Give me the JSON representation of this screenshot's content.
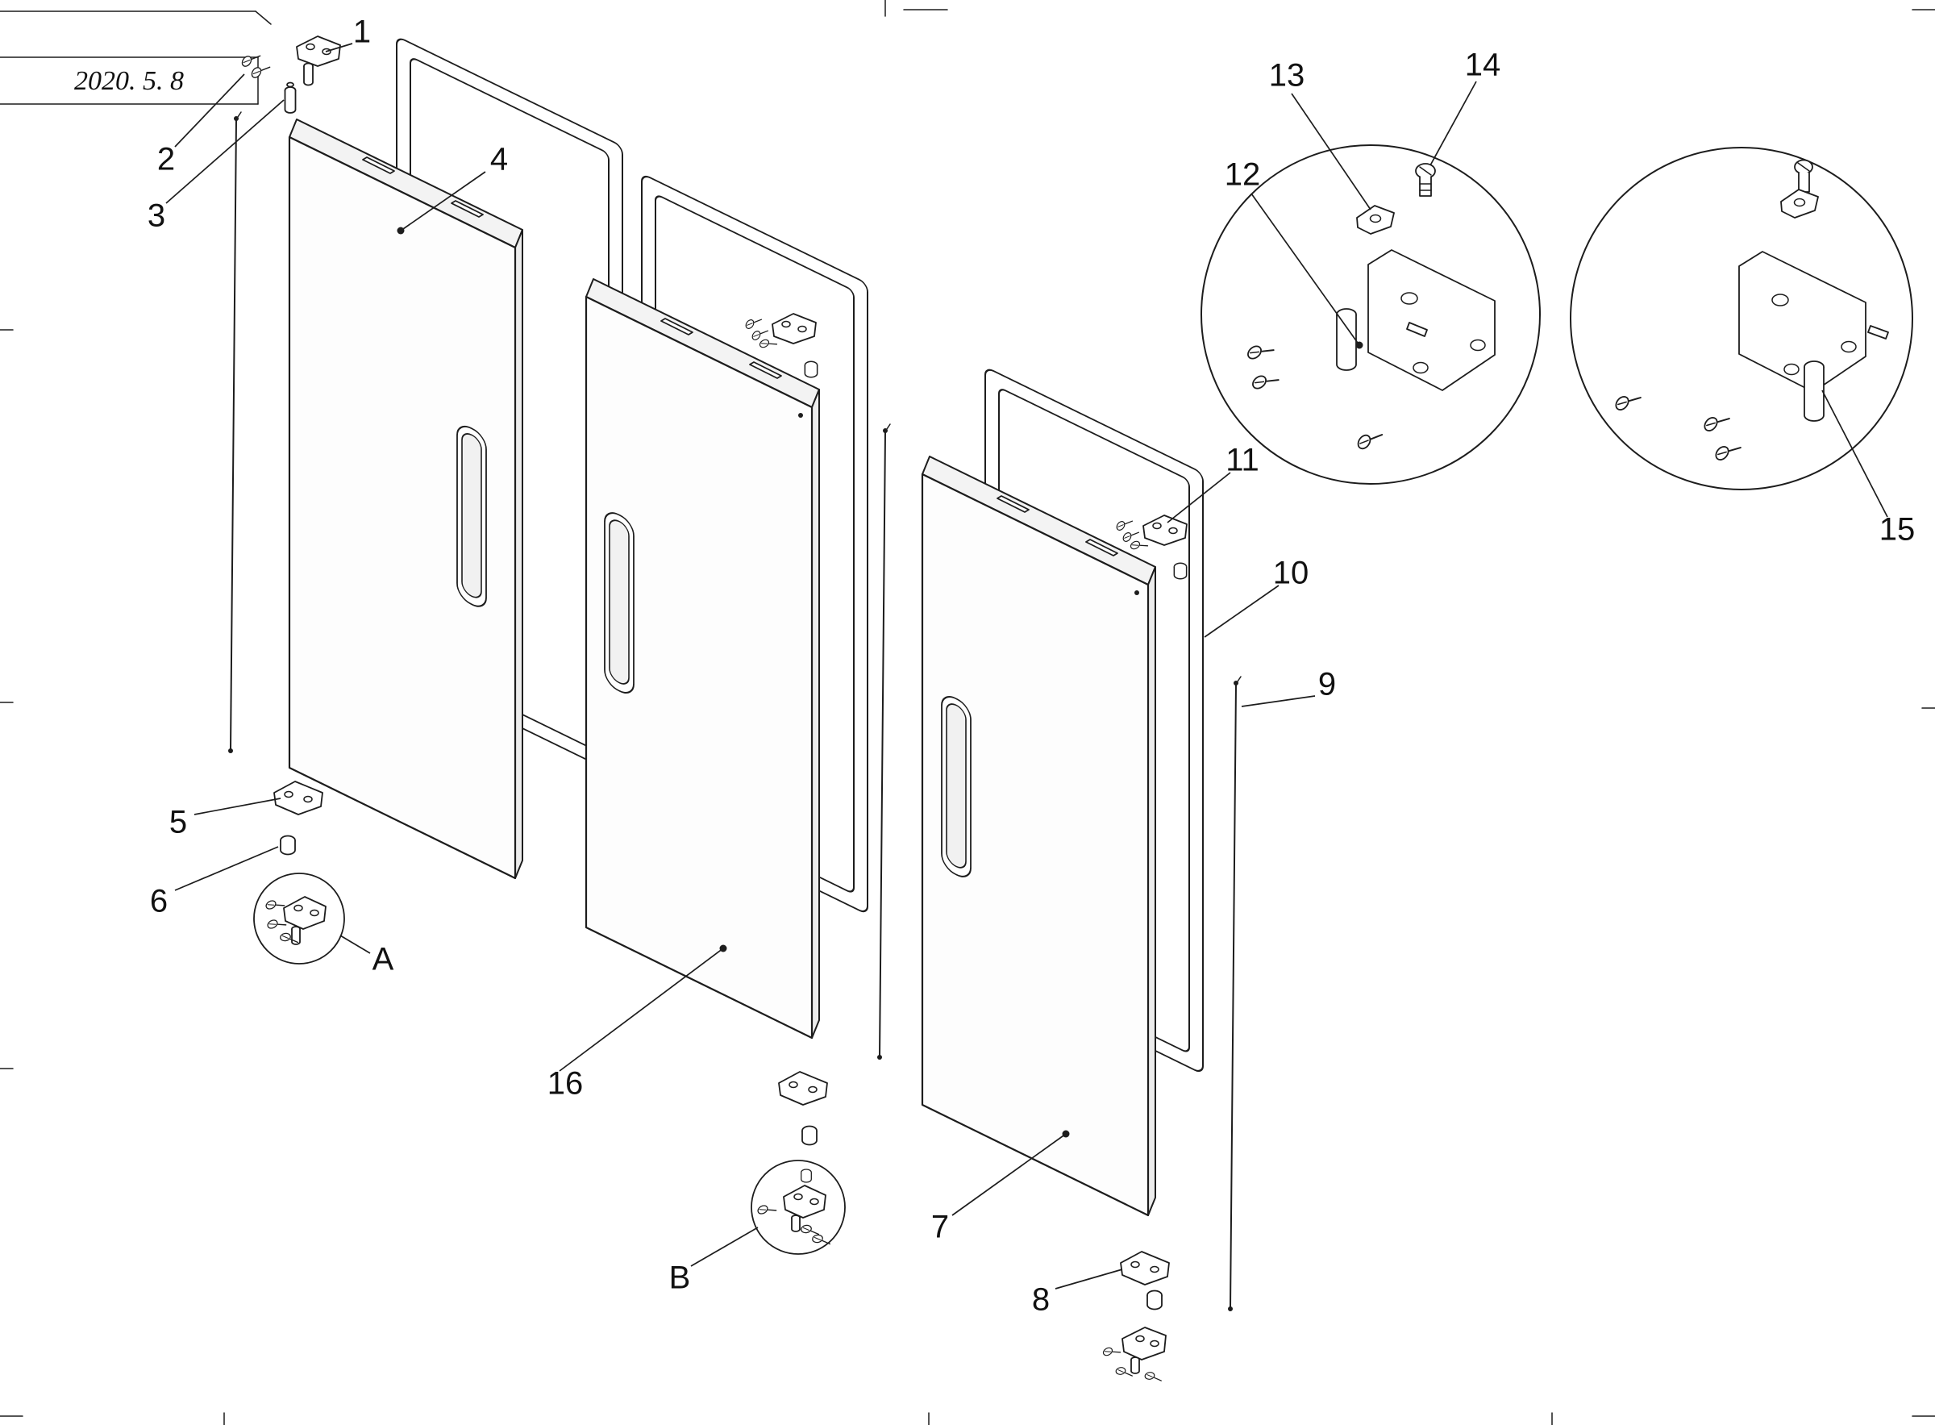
{
  "title_block": {
    "date": "2020. 5. 8"
  },
  "callouts": {
    "1": "1",
    "2": "2",
    "3": "3",
    "4": "4",
    "5": "5",
    "6": "6",
    "7": "7",
    "8": "8",
    "9": "9",
    "10": "10",
    "11": "11",
    "12": "12",
    "13": "13",
    "14": "14",
    "15": "15",
    "16": "16",
    "A": "A",
    "B": "B"
  }
}
